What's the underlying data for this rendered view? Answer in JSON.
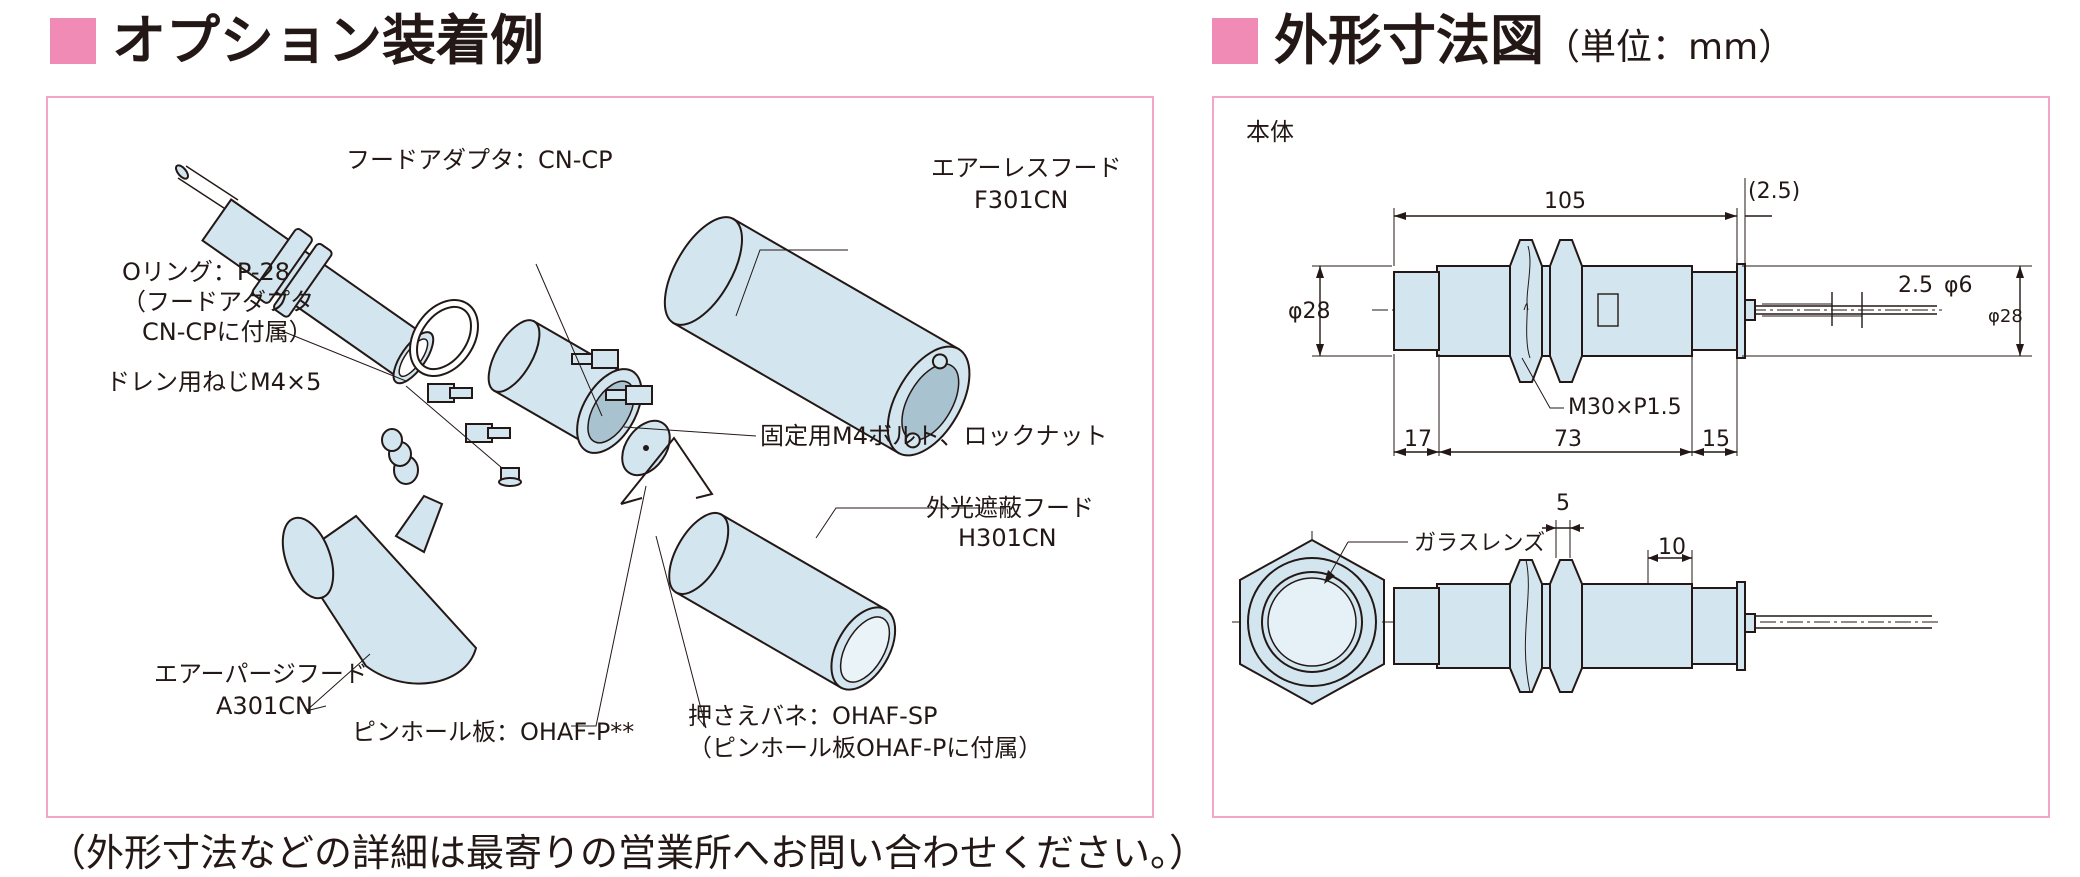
{
  "left": {
    "title": "オプション装着例",
    "labels": {
      "hood_adapter": "フードアダプタ：CN-CP",
      "airless_hood_1": "エアーレスフード",
      "airless_hood_2": "F301CN",
      "oring_1": "Oリング：P-28",
      "oring_2": "（フードアダプタ",
      "oring_3": "CN-CPに付属）",
      "drain_screw": "ドレン用ねじM4×5",
      "fixing_bolt": "固定用M4ボルト、ロックナット",
      "shade_hood_1": "外光遮蔽フード",
      "shade_hood_2": "H301CN",
      "air_purge_1": "エアーパージフード",
      "air_purge_2": "A301CN",
      "pinhole_plate": "ピンホール板：OHAF-P**",
      "spring_1": "押さえバネ：OHAF-SP",
      "spring_2": "（ピンホール板OHAF-Pに付属）"
    }
  },
  "right": {
    "title": "外形寸法図",
    "unit": "（単位：mm）",
    "body_label": "本体",
    "dims": {
      "length": "105",
      "tail": "(2.5)",
      "dia_left": "φ28",
      "d25": "2.5",
      "phi6": "φ6",
      "dia_right": "φ28",
      "thread": "M30×P1.5",
      "d17": "17",
      "d73": "73",
      "d15": "15",
      "d5": "5",
      "d10": "10",
      "glass_lens": "ガラスレンズ"
    }
  },
  "footer": "（外形寸法などの詳細は最寄りの営業所へお問い合わせください。）"
}
